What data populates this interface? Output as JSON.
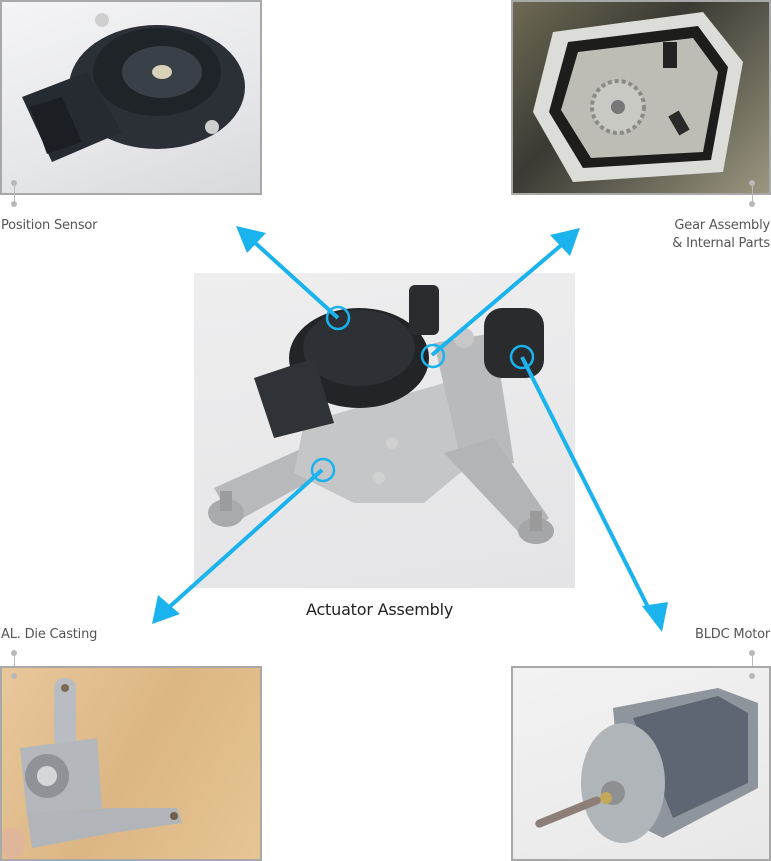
{
  "center": {
    "title": "Actuator Assembly"
  },
  "components": [
    {
      "id": "position-sensor",
      "label": "Position Sensor"
    },
    {
      "id": "gear-assembly",
      "label_line1": "Gear Assembly",
      "label_line2": "& Internal Parts"
    },
    {
      "id": "die-casting",
      "label": "AL. Die Casting"
    },
    {
      "id": "bldc-motor",
      "label": "BLDC Motor"
    }
  ],
  "colors": {
    "arrow": "#1ab3ee",
    "panel_border": "#a8a8a8",
    "connector": "#b8b8b8",
    "label_text": "#555555"
  }
}
